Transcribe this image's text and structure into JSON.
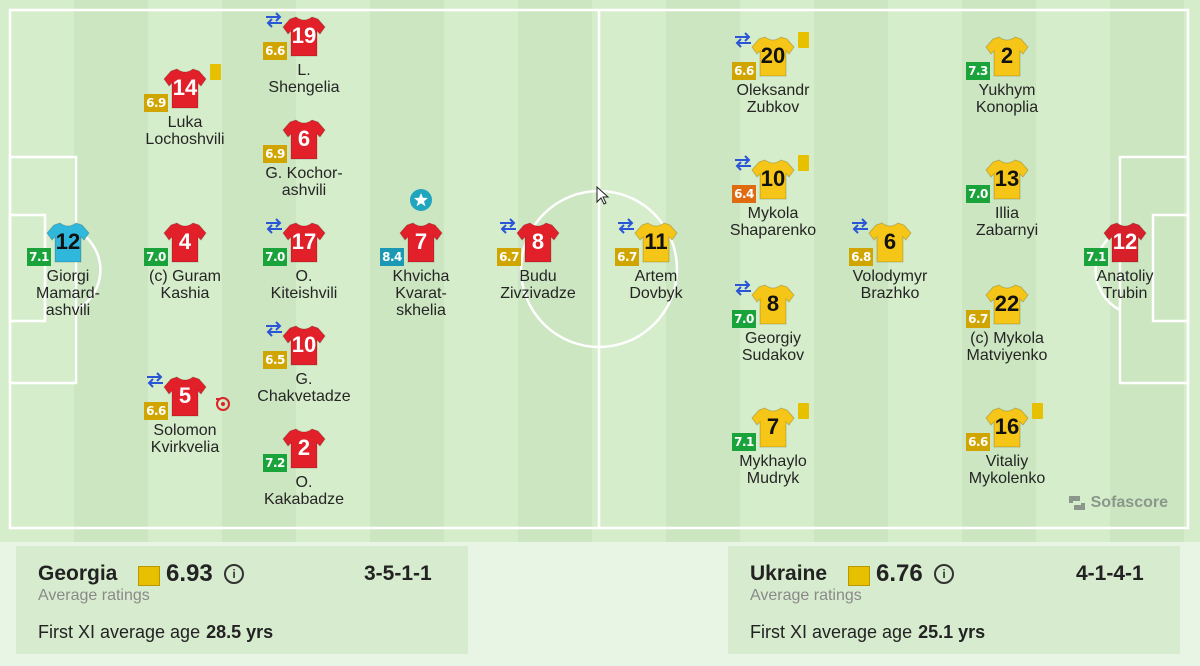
{
  "colors": {
    "georgia_shirt": "#e2202a",
    "georgia_keeper_shirt": "#2fb8dc",
    "ukraine_shirt": "#f5c518",
    "ukraine_keeper_shirt": "#d8202a",
    "rating_green": "#1aa33a",
    "rating_yellow": "#d0a500",
    "rating_orange": "#e06a10",
    "rating_teal": "#1b98b4",
    "sub_blue": "#2a55d6",
    "yellow_card": "#e7c000"
  },
  "georgia": {
    "players": [
      {
        "number": "12",
        "name": "Giorgi\nMamard-\nashvili",
        "rating": "7.1",
        "rating_class": "green",
        "shirt": "keeper",
        "sub": false,
        "card": false
      },
      {
        "number": "14",
        "name": "Luka\nLochoshvili",
        "rating": "6.9",
        "rating_class": "yellow",
        "shirt": "outfield",
        "sub": false,
        "card": true
      },
      {
        "number": "4",
        "name": "(c) Guram\nKashia",
        "rating": "7.0",
        "rating_class": "green",
        "shirt": "outfield",
        "sub": false,
        "card": false
      },
      {
        "number": "5",
        "name": "Solomon\nKvirkvelia",
        "rating": "6.6",
        "rating_class": "yellow",
        "shirt": "outfield",
        "sub": true,
        "card": false,
        "own_goal": true
      },
      {
        "number": "19",
        "name": "L.\nShengelia",
        "rating": "6.6",
        "rating_class": "yellow",
        "shirt": "outfield",
        "sub": true,
        "card": false
      },
      {
        "number": "6",
        "name": "G. Kochor-\nashvili",
        "rating": "6.9",
        "rating_class": "yellow",
        "shirt": "outfield",
        "sub": false,
        "card": false
      },
      {
        "number": "17",
        "name": "O.\nKiteishvili",
        "rating": "7.0",
        "rating_class": "green",
        "shirt": "outfield",
        "sub": true,
        "card": false
      },
      {
        "number": "10",
        "name": "G.\nChakvetadze",
        "rating": "6.5",
        "rating_class": "yellow",
        "shirt": "outfield",
        "sub": true,
        "card": false
      },
      {
        "number": "2",
        "name": "O.\nKakabadze",
        "rating": "7.2",
        "rating_class": "green",
        "shirt": "outfield",
        "sub": false,
        "card": false
      },
      {
        "number": "7",
        "name": "Khvicha\nKvarat-\nskhelia",
        "rating": "8.4",
        "rating_class": "teal",
        "shirt": "outfield",
        "sub": false,
        "card": false,
        "star": true
      },
      {
        "number": "8",
        "name": "Budu\nZivzivadze",
        "rating": "6.7",
        "rating_class": "yellow",
        "shirt": "outfield",
        "sub": true,
        "card": false
      }
    ]
  },
  "ukraine": {
    "players": [
      {
        "number": "11",
        "name": "Artem\nDovbyk",
        "rating": "6.7",
        "rating_class": "yellow",
        "shirt": "outfield",
        "sub": true,
        "card": false
      },
      {
        "number": "20",
        "name": "Oleksandr\nZubkov",
        "rating": "6.6",
        "rating_class": "yellow",
        "shirt": "outfield",
        "sub": true,
        "card": true
      },
      {
        "number": "10",
        "name": "Mykola\nShaparenko",
        "rating": "6.4",
        "rating_class": "orange",
        "shirt": "outfield",
        "sub": true,
        "card": true
      },
      {
        "number": "8",
        "name": "Georgiy\nSudakov",
        "rating": "7.0",
        "rating_class": "green",
        "shirt": "outfield",
        "sub": true,
        "card": false
      },
      {
        "number": "7",
        "name": "Mykhaylo\nMudryk",
        "rating": "7.1",
        "rating_class": "green",
        "shirt": "outfield",
        "sub": false,
        "card": true
      },
      {
        "number": "6",
        "name": "Volodymyr\nBrazhko",
        "rating": "6.8",
        "rating_class": "yellow",
        "shirt": "outfield",
        "sub": true,
        "card": false
      },
      {
        "number": "2",
        "name": "Yukhym\nKonoplia",
        "rating": "7.3",
        "rating_class": "green",
        "shirt": "outfield",
        "sub": false,
        "card": false
      },
      {
        "number": "13",
        "name": "Illia\nZabarnyi",
        "rating": "7.0",
        "rating_class": "green",
        "shirt": "outfield",
        "sub": false,
        "card": false
      },
      {
        "number": "22",
        "name": "(c) Mykola\nMatviyenko",
        "rating": "6.7",
        "rating_class": "yellow",
        "shirt": "outfield",
        "sub": false,
        "card": false
      },
      {
        "number": "16",
        "name": "Vitaliy\nMykolenko",
        "rating": "6.6",
        "rating_class": "yellow",
        "shirt": "outfield",
        "sub": false,
        "card": true
      },
      {
        "number": "12",
        "name": "Anatoliy\nTrubin",
        "rating": "7.1",
        "rating_class": "green",
        "shirt": "keeper",
        "sub": false,
        "card": false
      }
    ]
  },
  "brand": {
    "name": "Sofascore"
  },
  "summary": {
    "home": {
      "team": "Georgia",
      "rating": "6.93",
      "formation": "3-5-1-1",
      "avg_label": "Average ratings",
      "age_label": "First XI average age",
      "age_value": "28.5 yrs"
    },
    "away": {
      "team": "Ukraine",
      "rating": "6.76",
      "formation": "4-1-4-1",
      "avg_label": "Average ratings",
      "age_label": "First XI average age",
      "age_value": "25.1 yrs"
    }
  }
}
